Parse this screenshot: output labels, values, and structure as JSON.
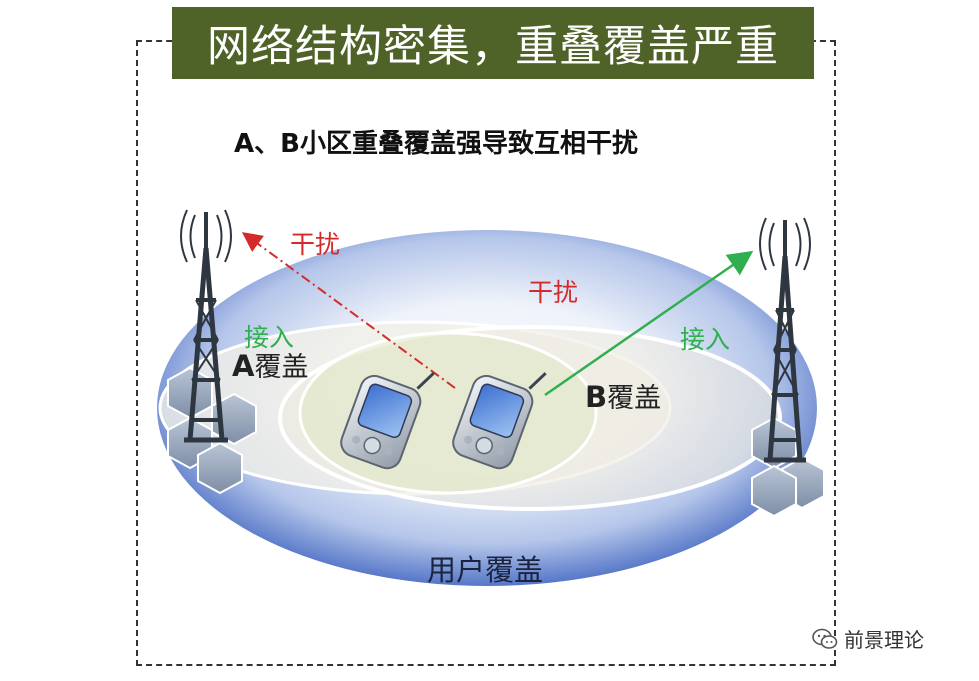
{
  "title": "网络结构密集，重叠覆盖严重",
  "subtitle": "A、B小区重叠覆盖强导致互相干扰",
  "labels": {
    "interference_left": "干扰",
    "interference_center": "干扰",
    "access_left": "接入",
    "access_right": "接入",
    "coverage_a_letter": "A",
    "coverage_a_text": "覆盖",
    "coverage_b_letter": "B",
    "coverage_b_text": "覆盖",
    "user_coverage": "用户覆盖"
  },
  "watermark": {
    "text": "前景理论",
    "icon": "wechat-icon"
  },
  "colors": {
    "title_bg": "#4f6228",
    "interference": "#d42a2a",
    "access": "#2fb04f",
    "user_coverage_fill": "#5e7fcf"
  }
}
